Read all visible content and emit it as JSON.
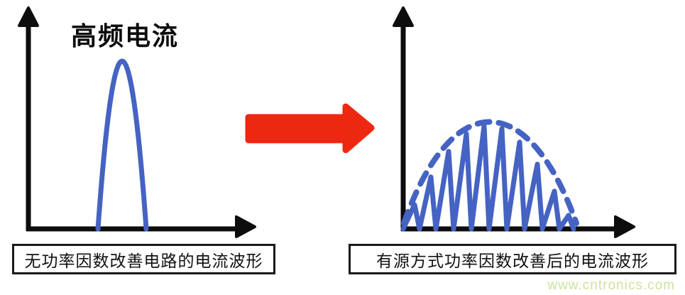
{
  "figure": {
    "left_chart": {
      "title": "高频电流",
      "caption": "无功率因数改善电路的电流波形",
      "waveform_description": "单个窄高的电流尖峰"
    },
    "right_chart": {
      "caption": "有源方式功率因数改善后的电流波形",
      "waveform_description": "高频三角开关电流，包络为半正弦虚线"
    },
    "arrow_direction": "right",
    "watermark": {
      "text": "www.cntronics.com"
    }
  },
  "colors": {
    "waveform_blue": "#4563c3",
    "arrow_red": "#ee2810",
    "axis_black": "#0d0d0d",
    "caption_border": "#1a1a1a",
    "watermark_green": "#cbe49f",
    "background": "#ffffff"
  },
  "chart_data": [
    {
      "type": "line",
      "title": "高频电流",
      "xlabel": "",
      "ylabel": "",
      "tick_labels": "none",
      "grid": false,
      "series": [
        {
          "name": "无功率因数改善电流",
          "style": "solid",
          "shape": "single-narrow-peak",
          "peak_center_x_fraction": 0.43,
          "peak_base_width_fraction": 0.22,
          "peak_height_fraction": 0.92
        }
      ]
    },
    {
      "type": "line",
      "title": "",
      "xlabel": "",
      "ylabel": "",
      "tick_labels": "none",
      "grid": false,
      "series": [
        {
          "name": "高频开关电流",
          "style": "solid",
          "shape": "triangular-sawtooth",
          "peak_count": 10,
          "envelope": "half-sine"
        },
        {
          "name": "电流包络",
          "style": "dashed",
          "shape": "half-sine",
          "height_fraction": 0.57
        }
      ]
    }
  ]
}
